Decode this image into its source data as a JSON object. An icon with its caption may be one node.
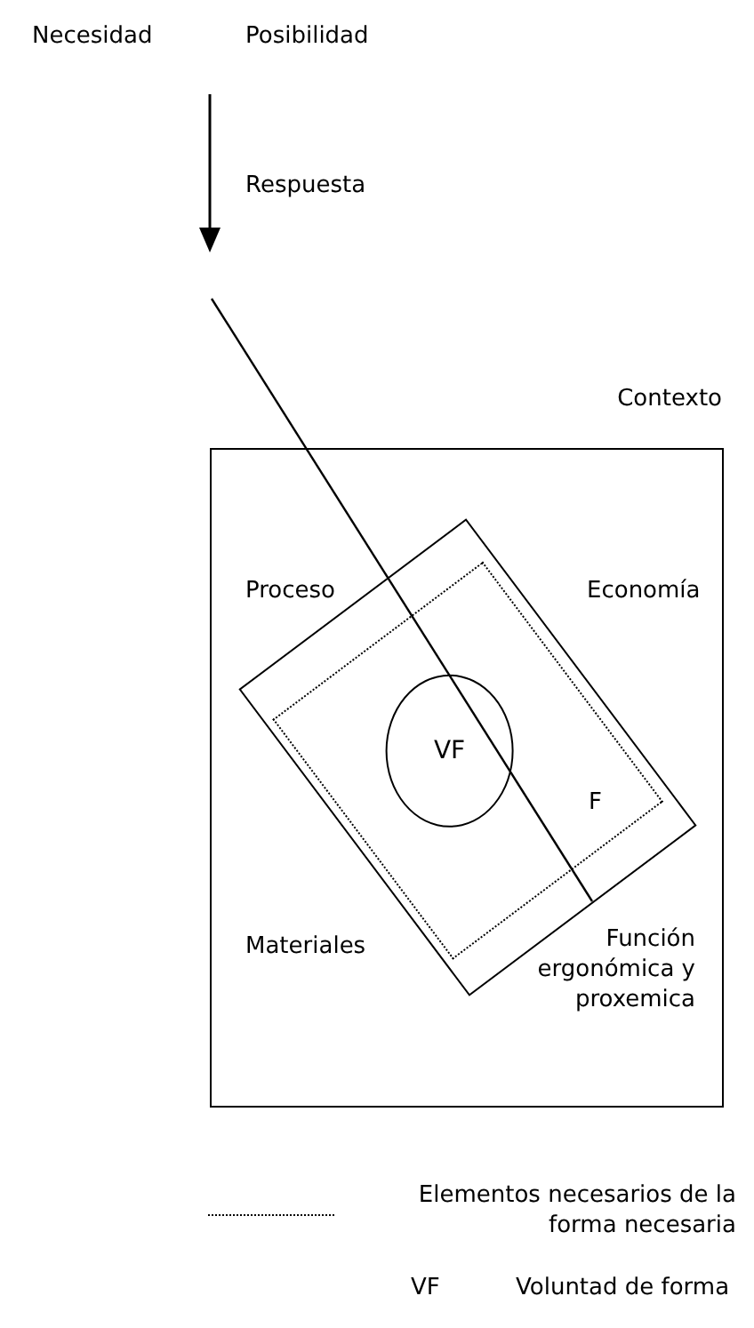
{
  "diagram": {
    "nodes": [
      {
        "text": [
          "Contexto"
        ]
      },
      {
        "text": [],
        "shape": "box",
        "in": 0
      },
      {
        "text": [],
        "shape": "box",
        "in": 1
      },
      {
        "text": [
          "VF"
        ],
        "in": 2
      }
    ],
    "labels": [
      "Necesidad",
      "Posibilidad",
      "Respuesta",
      "Proceso",
      "Economía",
      "F",
      "Materiales",
      "Función ergonómica y proxemica",
      "VF"
    ],
    "legend": [
      {
        "text": "Elementos necesarios de la forma necesaria"
      },
      {
        "text": "Voluntad de forma"
      }
    ]
  }
}
